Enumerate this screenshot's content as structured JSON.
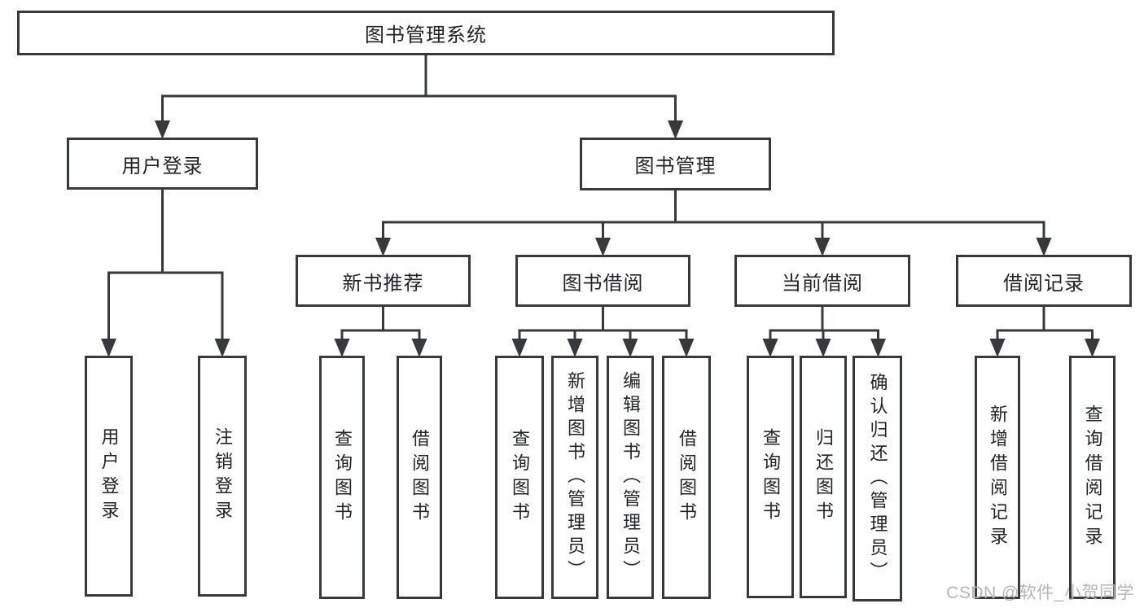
{
  "tree": {
    "label": "图书管理系统",
    "children": [
      {
        "label": "用户登录",
        "children": [
          {
            "label": "用户登录"
          },
          {
            "label": "注销登录"
          }
        ]
      },
      {
        "label": "图书管理",
        "children": [
          {
            "label": "新书推荐",
            "children": [
              {
                "label": "查询图书"
              },
              {
                "label": "借阅图书"
              }
            ]
          },
          {
            "label": "图书借阅",
            "children": [
              {
                "label": "查询图书"
              },
              {
                "label": "新增图书（管理员）"
              },
              {
                "label": "编辑图书（管理员）"
              },
              {
                "label": "借阅图书"
              }
            ]
          },
          {
            "label": "当前借阅",
            "children": [
              {
                "label": "查询图书"
              },
              {
                "label": "归还图书"
              },
              {
                "label": "确认归还（管理员）"
              }
            ]
          },
          {
            "label": "借阅记录",
            "children": [
              {
                "label": "新增借阅记录"
              },
              {
                "label": "查询借阅记录"
              }
            ]
          }
        ]
      }
    ]
  },
  "watermark": "CSDN @软件_小贺同学",
  "colors": {
    "line": "#37393c",
    "box_border": "#37393c",
    "text": "#212325",
    "watermark": "#b3b6bb",
    "background": "#ffffff"
  }
}
